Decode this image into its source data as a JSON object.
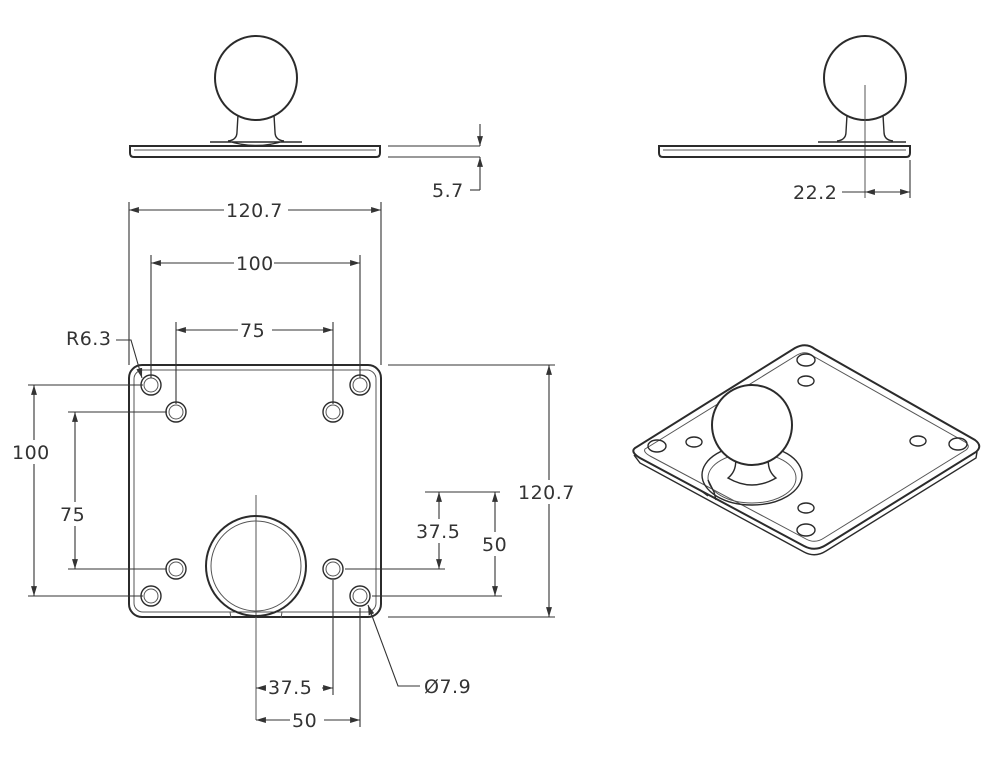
{
  "side_view": {
    "thickness_label": "5.7"
  },
  "end_view": {
    "offset_label": "22.2"
  },
  "top_view": {
    "overall_width_label": "120.7",
    "bolt_width_100_label": "100",
    "bolt_width_75_label": "75",
    "corner_radius_label": "R6.3",
    "overall_height_label": "120.7",
    "bolt_height_100_label": "100",
    "bolt_height_75_label": "75",
    "offset_37_5_vertical_label": "37.5",
    "offset_50_vertical_label": "50",
    "offset_37_5_horizontal_label": "37.5",
    "offset_50_horizontal_label": "50",
    "hole_diameter_label": "Ø7.9"
  },
  "colors": {
    "line": "#2b2b2b",
    "background": "#ffffff"
  }
}
